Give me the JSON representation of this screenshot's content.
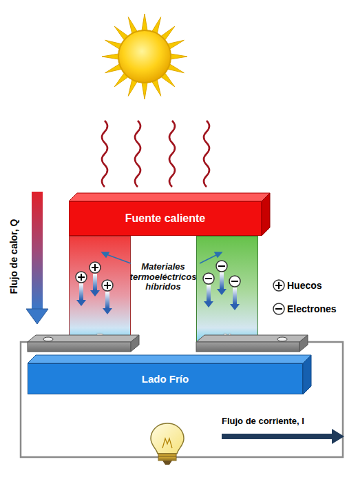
{
  "diagram": {
    "nodes": [
      {
        "text": [
          "Fuente caliente"
        ]
      },
      {
        "text": [
          "P"
        ]
      },
      {
        "text": [
          "N"
        ]
      },
      {
        "text": [
          "Lado Frío"
        ]
      }
    ],
    "edges": [
      {
        "from": 1,
        "to": 2,
        "arrow": "none"
      }
    ],
    "labels": [
      "Flujo de calor, Q",
      "Materiales termoeléctricos híbridos",
      "Flujo de corriente, I"
    ],
    "legend": [
      {
        "text": "Huecos"
      },
      {
        "text": "Electrones"
      }
    ]
  }
}
